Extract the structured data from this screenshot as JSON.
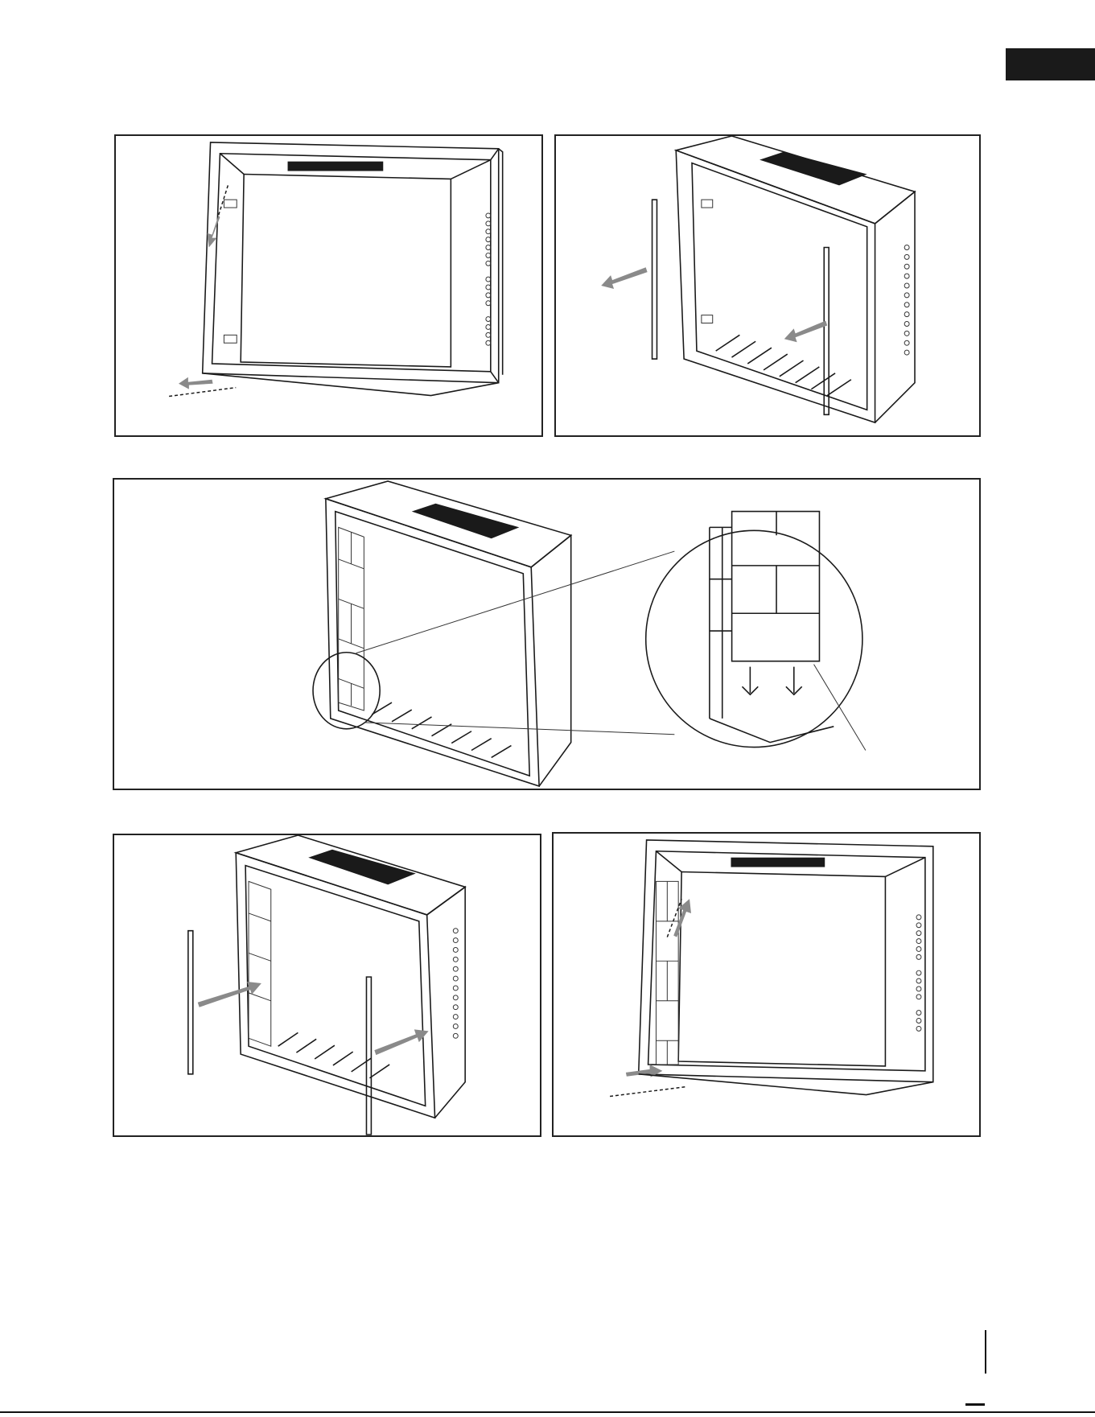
{
  "header": {
    "language_tab": ""
  },
  "figures": [
    {
      "id": "step-1",
      "caption": ""
    },
    {
      "id": "step-2",
      "caption": ""
    },
    {
      "id": "step-3",
      "caption": ""
    },
    {
      "id": "step-4",
      "caption": ""
    },
    {
      "id": "step-5",
      "caption": ""
    }
  ],
  "footer": {
    "page_number": ""
  },
  "colors": {
    "arrow": "#8a8a8a",
    "line": "#1a1a1a",
    "tab": "#1a1a1a"
  }
}
